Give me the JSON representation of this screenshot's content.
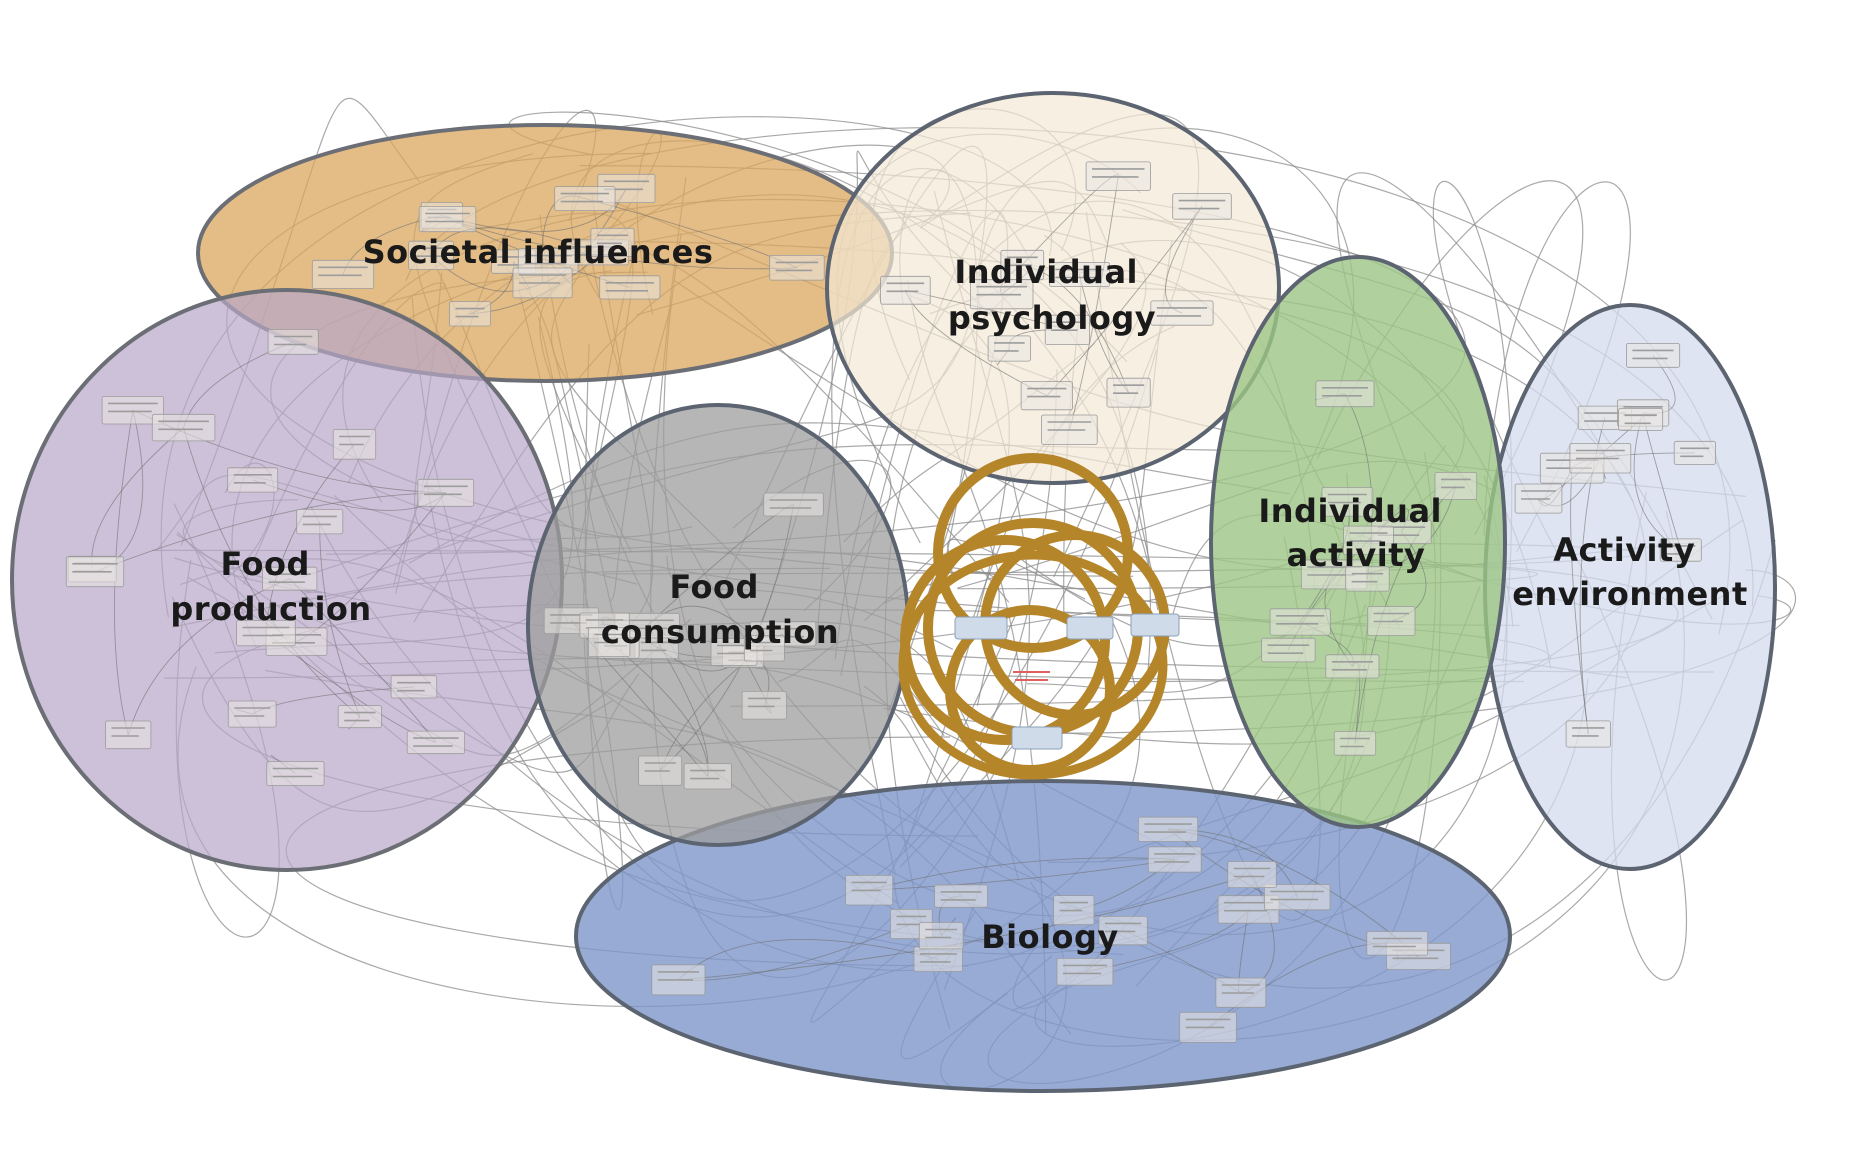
{
  "diagram": {
    "clusters": [
      {
        "id": "societal-influences",
        "label": [
          "Societal influences"
        ],
        "fill": "#d9a55d",
        "fill_opacity": 0.75,
        "stroke": "#6b6e74"
      },
      {
        "id": "individual-psychology",
        "label": [
          "Individual",
          "psychology"
        ],
        "fill": "#f3e8d6",
        "fill_opacity": 0.7,
        "stroke": "#5b6470"
      },
      {
        "id": "food-production",
        "label": [
          "Food",
          "production"
        ],
        "fill": "#b7a6c7",
        "fill_opacity": 0.7,
        "stroke": "#6b6e74"
      },
      {
        "id": "food-consumption",
        "label": [
          "Food",
          "consumption"
        ],
        "fill": "#9e9e9e",
        "fill_opacity": 0.75,
        "stroke": "#5b6470"
      },
      {
        "id": "individual-activity",
        "label": [
          "Individual",
          "activity"
        ],
        "fill": "#9cc586",
        "fill_opacity": 0.8,
        "stroke": "#5b6470"
      },
      {
        "id": "activity-environment",
        "label": [
          "Activity",
          "environment"
        ],
        "fill": "#d3dbec",
        "fill_opacity": 0.75,
        "stroke": "#5b6470"
      },
      {
        "id": "biology",
        "label": [
          "Biology"
        ],
        "fill": "#7d96c9",
        "fill_opacity": 0.8,
        "stroke": "#5b6470"
      }
    ],
    "core_loop": {
      "color": "#b5852a"
    },
    "link_color": "#8c8c8c"
  }
}
